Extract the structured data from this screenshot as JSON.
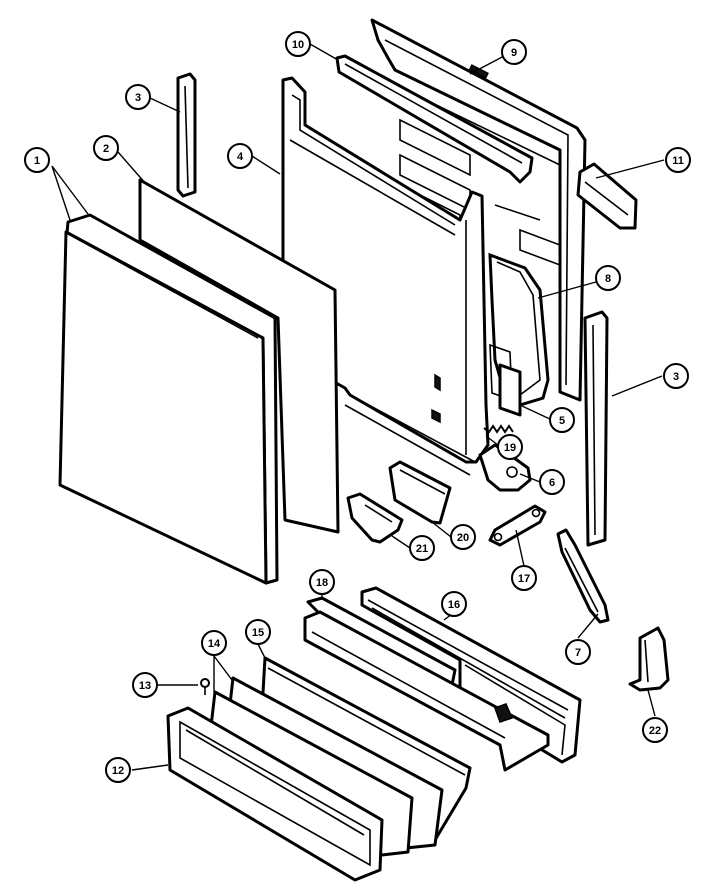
{
  "callouts": [
    {
      "id": "c1",
      "label": "1"
    },
    {
      "id": "c2",
      "label": "2"
    },
    {
      "id": "c3a",
      "label": "3"
    },
    {
      "id": "c3b",
      "label": "3"
    },
    {
      "id": "c4",
      "label": "4"
    },
    {
      "id": "c5",
      "label": "5"
    },
    {
      "id": "c6",
      "label": "6"
    },
    {
      "id": "c7",
      "label": "7"
    },
    {
      "id": "c8",
      "label": "8"
    },
    {
      "id": "c9",
      "label": "9"
    },
    {
      "id": "c10",
      "label": "10"
    },
    {
      "id": "c11",
      "label": "11"
    },
    {
      "id": "c12",
      "label": "12"
    },
    {
      "id": "c13",
      "label": "13"
    },
    {
      "id": "c14",
      "label": "14"
    },
    {
      "id": "c15",
      "label": "15"
    },
    {
      "id": "c16",
      "label": "16"
    },
    {
      "id": "c17",
      "label": "17"
    },
    {
      "id": "c18",
      "label": "18"
    },
    {
      "id": "c19",
      "label": "19"
    },
    {
      "id": "c20",
      "label": "20"
    },
    {
      "id": "c21",
      "label": "21"
    },
    {
      "id": "c22",
      "label": "22"
    }
  ]
}
